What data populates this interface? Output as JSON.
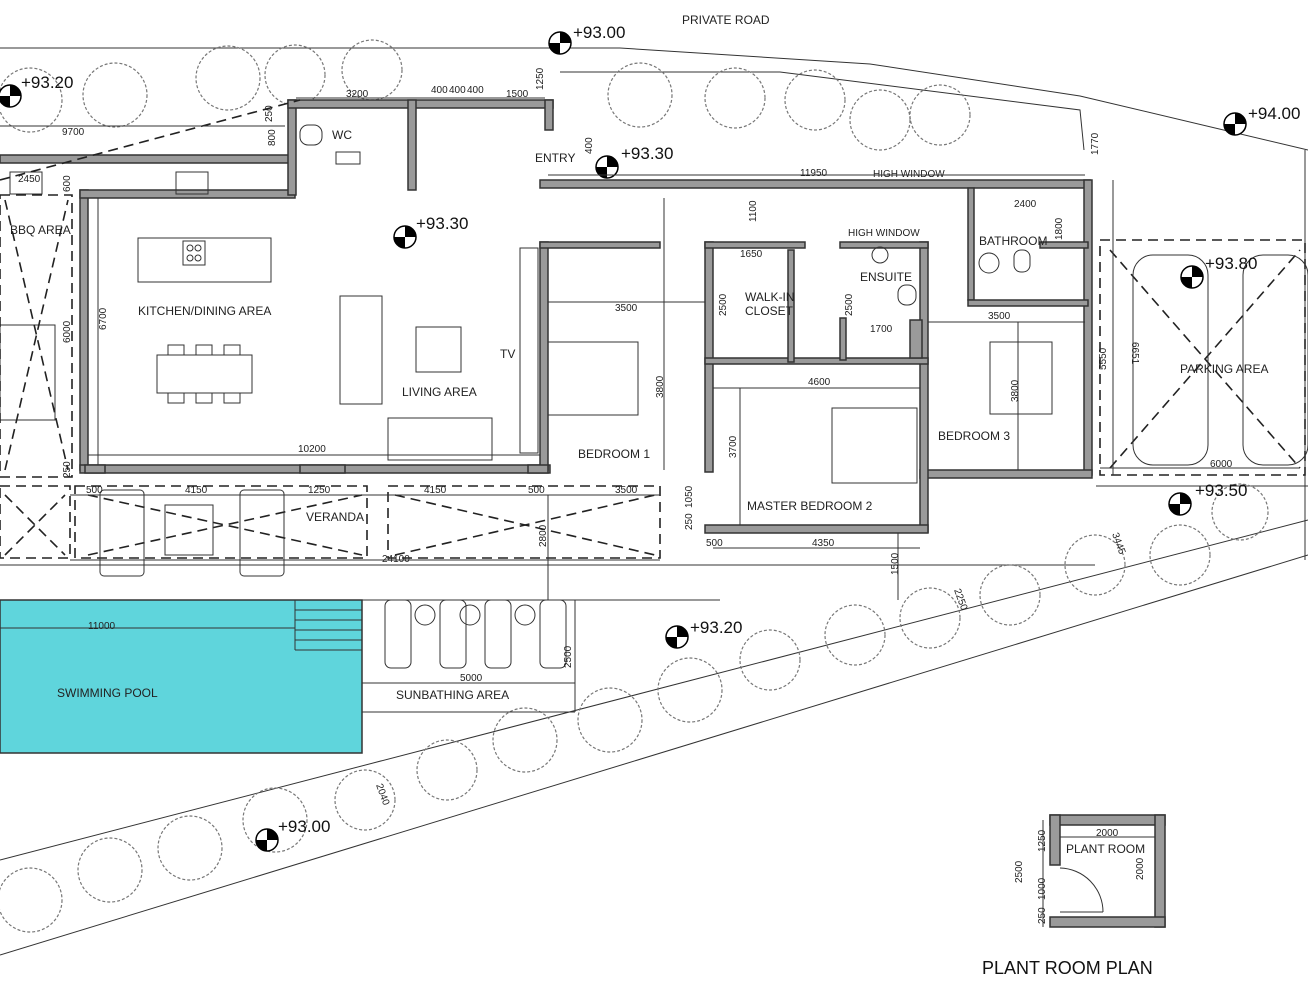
{
  "labels": {
    "private_road": "PRIVATE ROAD",
    "wc": "WC",
    "entry": "ENTRY",
    "bbq": "BBQ AREA",
    "kitchen": "KITCHEN/DINING AREA",
    "living": "LIVING AREA",
    "tv": "TV",
    "bedroom1": "BEDROOM 1",
    "walkin1": "WALK-IN",
    "walkin2": "CLOSET",
    "high_window_1": "HIGH WINDOW",
    "high_window_2": "HIGH WINDOW",
    "ensuite": "ENSUITE",
    "bathroom": "BATHROOM",
    "bedroom3": "BEDROOM 3",
    "master": "MASTER BEDROOM 2",
    "parking": "PARKING AREA",
    "veranda": "VERANDA",
    "pool": "SWIMMING POOL",
    "sunbathing": "SUNBATHING AREA",
    "plant_room": "PLANT ROOM",
    "plant_room_plan": "PLANT ROOM PLAN"
  },
  "levels": {
    "l1": "+93.00",
    "l2": "+93.20",
    "l3": "+93.30",
    "l4": "+94.00",
    "l5": "+93.30",
    "l6": "+93.80",
    "l7": "+93.50",
    "l8": "+93.20",
    "l9": "+93.00"
  },
  "dimensions": {
    "d3200": "3200",
    "d400a": "400",
    "d400b": "400",
    "d400c": "400",
    "d1500": "1500",
    "d1250": "1250",
    "d9700": "9700",
    "d250": "250",
    "d800": "800",
    "d400v": "400",
    "d2450": "2450",
    "d600": "600",
    "d6700": "6700",
    "d6000l": "6000",
    "d10200": "10200",
    "d250b": "250",
    "d11950": "11950",
    "d1100": "1100",
    "d1650": "1650",
    "d2400": "2400",
    "d1800": "1800",
    "d3500a": "3500",
    "d2500a": "2500",
    "d2500b": "2500",
    "d1700": "1700",
    "d3500b": "3500",
    "d3800a": "3800",
    "d4600": "4600",
    "d3800b": "3800",
    "d5550": "5550",
    "d6651": "6651",
    "d3700": "3700",
    "d6000p": "6000",
    "d1770": "1770",
    "d500a": "500",
    "d4150a": "4150",
    "d1250v": "1250",
    "d4150b": "4150",
    "d500b": "500",
    "d3500c": "3500",
    "d24100": "24100",
    "d2800": "2800",
    "d1050": "1050",
    "d250c": "250",
    "d500c": "500",
    "d4350": "4350",
    "d1500v": "1500",
    "d3445": "3445",
    "d2250": "2250",
    "d11000": "11000",
    "d2500c": "2500",
    "d5000": "5000",
    "d2040": "2040",
    "p2000a": "2000",
    "p1250": "1250",
    "p2500": "2500",
    "p1000": "1000",
    "p2000b": "2000",
    "p250": "250"
  },
  "colors": {
    "pool": "#5fd5dc",
    "wall": "#9a9a9a",
    "line": "#333333"
  }
}
